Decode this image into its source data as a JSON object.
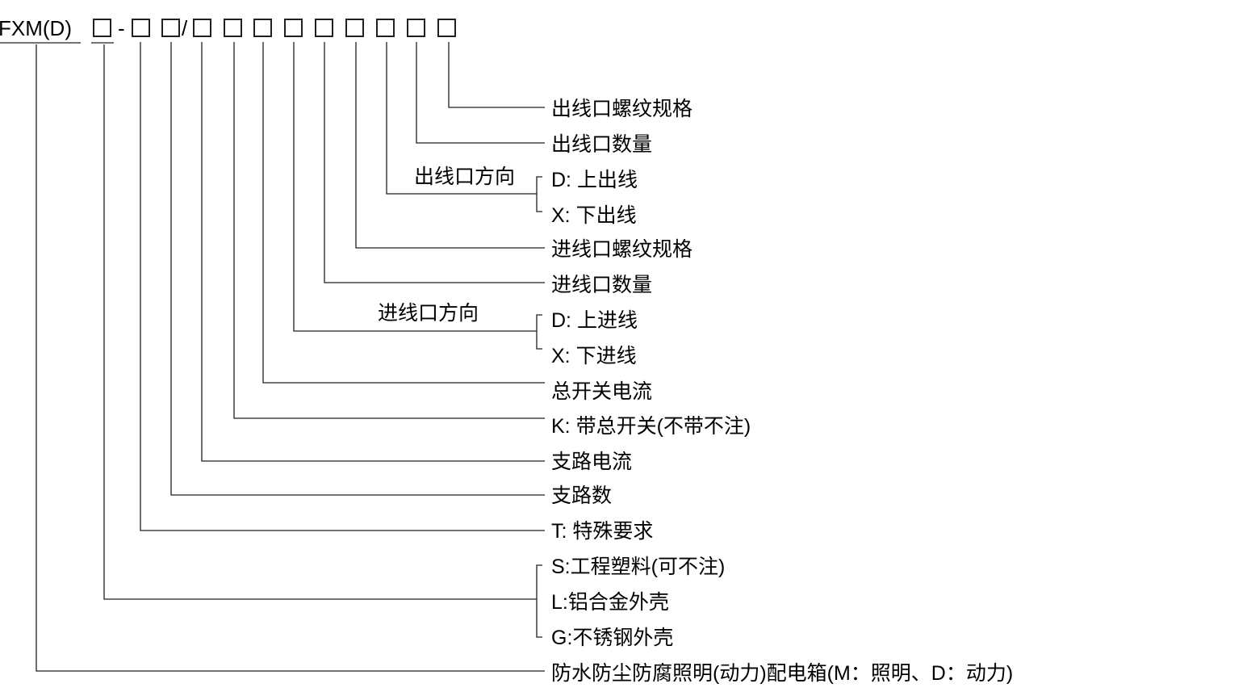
{
  "code": {
    "prefix": "FXM(D)",
    "dash": "-",
    "slash": "/"
  },
  "labels": {
    "outlet_thread": "出线口螺纹规格",
    "outlet_count": "出线口数量",
    "outlet_dir_title": "出线口方向",
    "outlet_dir_d": "D: 上出线",
    "outlet_dir_x": "X: 下出线",
    "inlet_thread": "进线口螺纹规格",
    "inlet_count": "进线口数量",
    "inlet_dir_title": "进线口方向",
    "inlet_dir_d": "D: 上进线",
    "inlet_dir_x": "X: 下进线",
    "main_current": "总开关电流",
    "main_switch": "K: 带总开关(不带不注)",
    "branch_current": "支路电流",
    "branch_count": "支路数",
    "special": "T: 特殊要求",
    "material_s": "S:工程塑料(可不注)",
    "material_l": "L:铝合金外壳",
    "material_g": "G:不锈钢外壳",
    "product": "防水防尘防腐照明(动力)配电箱(M：照明、D：动力)"
  }
}
